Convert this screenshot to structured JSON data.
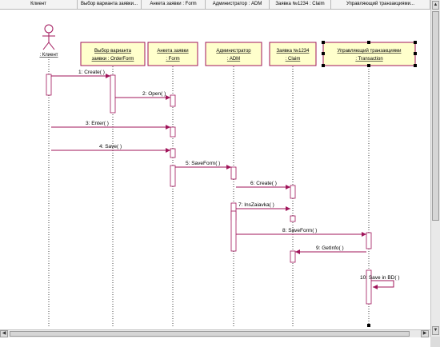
{
  "header": {
    "columns": [
      "Клиент",
      "Выбор варианта заявки...",
      "Анкета заявки : Form",
      "Администратор : ADM",
      "Заявка №1234 : Claim",
      "Управляющий транзакциями..."
    ]
  },
  "diagram": {
    "actor": {
      "name": ": Клиент"
    },
    "objects": [
      {
        "line1": "Выбор варианта",
        "line2": "заявки : OrderForm"
      },
      {
        "line1": "Анкета заявки",
        "line2": ": Form"
      },
      {
        "line1": "Администратор",
        "line2": ": ADM"
      },
      {
        "line1": "Заявка №1234",
        "line2": ": Claim"
      },
      {
        "line1": "Управляющий транзакциями",
        "line2": ": Transaction"
      }
    ],
    "messages": [
      {
        "label": "1: Create( )"
      },
      {
        "label": "2: Open( )"
      },
      {
        "label": "3: Enter( )"
      },
      {
        "label": "4: Save( )"
      },
      {
        "label": "5: SaveForm( )"
      },
      {
        "label": "6: Create( )"
      },
      {
        "label": "7: InsZaiavka( )"
      },
      {
        "label": "8: SaveForm( )"
      },
      {
        "label": "9: GetInfo( )"
      },
      {
        "label": "10: Save in BD( )"
      }
    ]
  },
  "colors": {
    "message": "#a0145a",
    "lifeline": "#404040",
    "object_fill": "#ffffcc",
    "object_border": "#a0145a",
    "activation_border": "#a0145a"
  }
}
